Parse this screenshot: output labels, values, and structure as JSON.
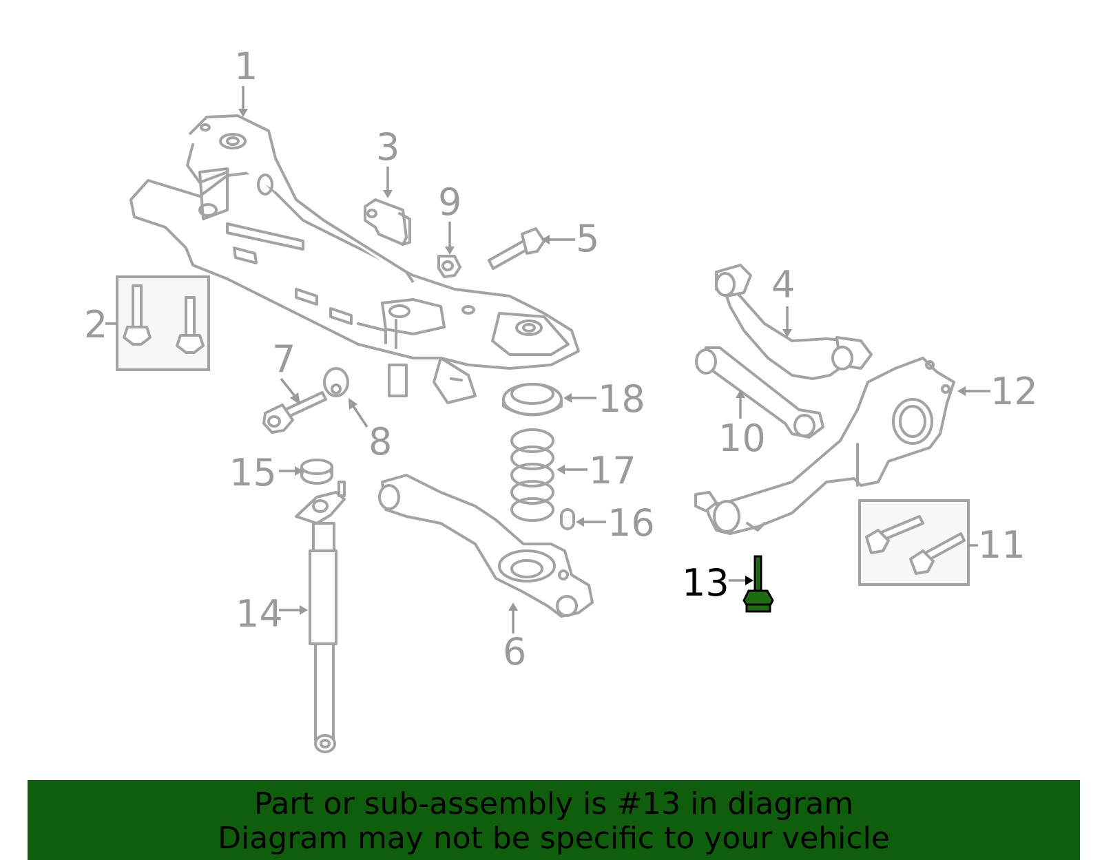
{
  "diagram": {
    "highlighted_part": "13",
    "highlight_color": "#1f6b12",
    "callouts": [
      "1",
      "2",
      "3",
      "4",
      "5",
      "6",
      "7",
      "8",
      "9",
      "10",
      "11",
      "12",
      "13",
      "14",
      "15",
      "16",
      "17",
      "18"
    ]
  },
  "banner": {
    "line1": "Part or sub-assembly is #13 in diagram",
    "line2": "Diagram may not be specific to your vehicle",
    "background": "#0f5e0b"
  }
}
